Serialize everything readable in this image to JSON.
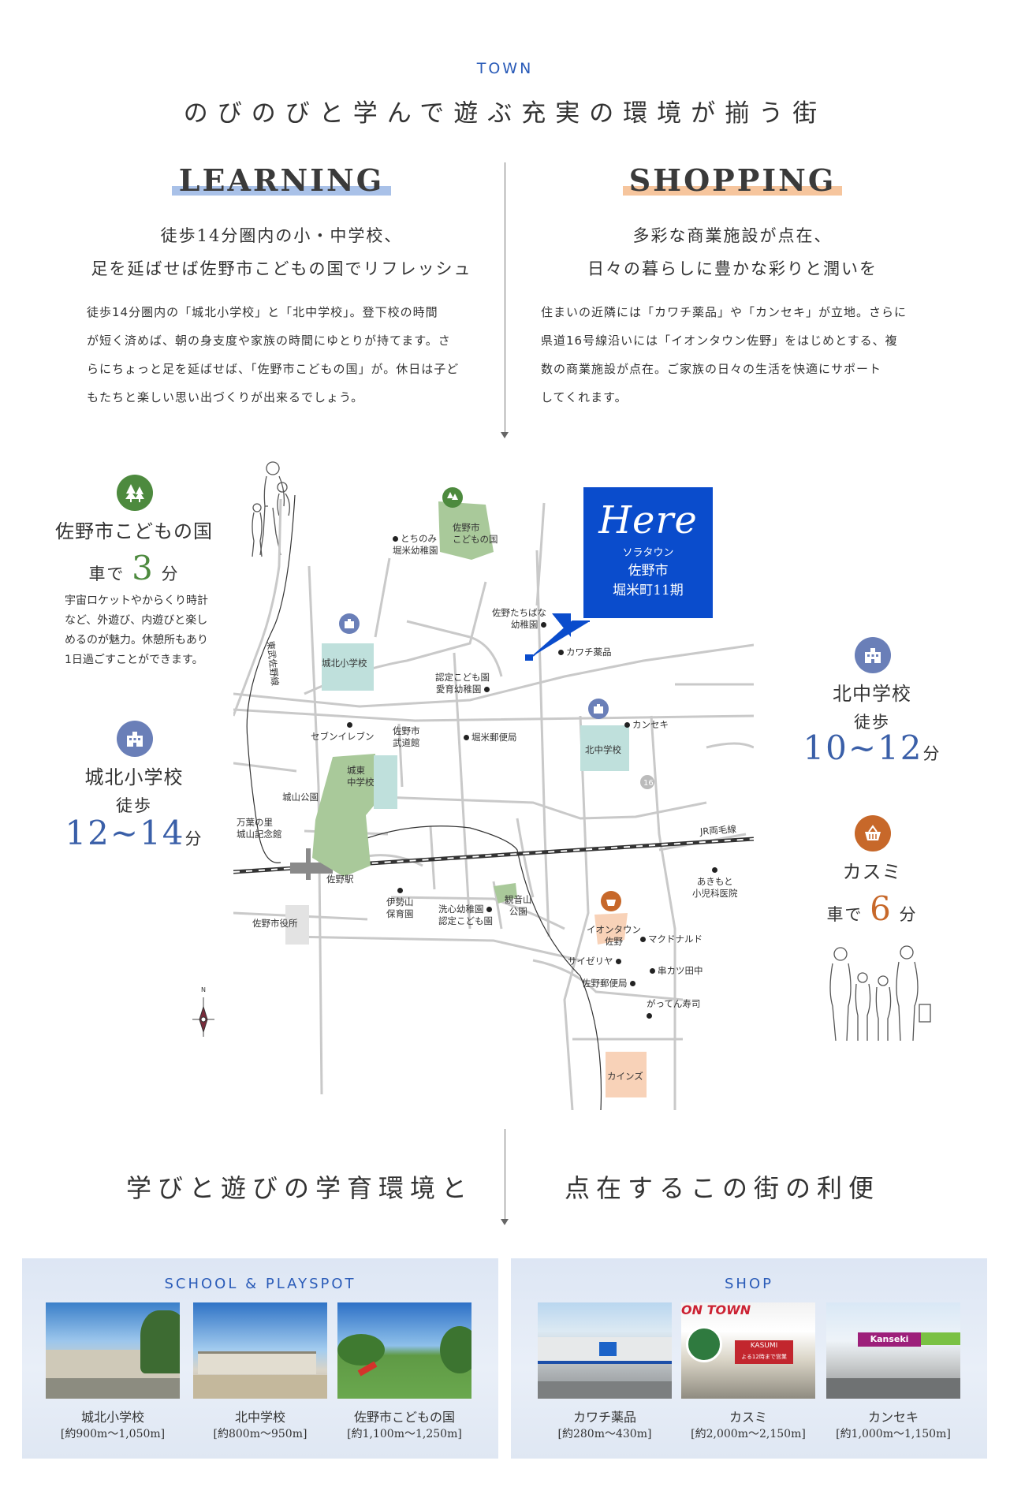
{
  "header": {
    "label": "TOWN",
    "title": "のびのびと学んで遊ぶ充実の環境が揃う街"
  },
  "learning": {
    "title": "LEARNING",
    "lead": [
      "徒歩14分圏内の小・中学校、",
      "足を延ばせば佐野市こどもの国でリフレッシュ"
    ],
    "body": [
      "徒歩14分圏内の「城北小学校」と「北中学校」。登下校の時間",
      "が短く済めば、朝の身支度や家族の時間にゆとりが持てます。さ",
      "らにちょっと足を延ばせば、「佐野市こどもの国」が。休日は子ど",
      "もたちと楽しい思い出づくりが出来るでしょう。"
    ],
    "accent": "#a9c1e8"
  },
  "shopping": {
    "title": "SHOPPING",
    "lead": [
      "多彩な商業施設が点在、",
      "日々の暮らしに豊かな彩りと潤いを"
    ],
    "body": [
      "住まいの近隣には「カワチ薬品」や「カンセキ」が立地。さらに",
      "県道16号線沿いには「イオンタウン佐野」をはじめとする、複",
      "数の商業施設が点在。ご家族の日々の生活を快適にサポート",
      "してくれます。"
    ],
    "accent": "#f6c59d"
  },
  "left_spots": {
    "kodomo": {
      "name": "佐野市こどもの国",
      "pre": "車で",
      "num": "3",
      "unit": "分",
      "desc": [
        "宇宙ロケットやからくり時計",
        "など、外遊び、内遊びと楽し",
        "めるのが魅力。休憩所もあり",
        "1日過ごすことができます。"
      ]
    },
    "johoku": {
      "name": "城北小学校",
      "pre": "徒歩",
      "range": "12~14",
      "unit": "分"
    }
  },
  "right_spots": {
    "kitachu": {
      "name": "北中学校",
      "pre": "徒歩",
      "range": "10~12",
      "unit": "分"
    },
    "kasumi": {
      "name": "カスミ",
      "pre": "車で",
      "num": "6",
      "unit": "分"
    }
  },
  "map": {
    "here": {
      "title": "Here",
      "lines": [
        "ソラタウン",
        "佐野市",
        "堀米町11期"
      ]
    },
    "labels": {
      "tochinomi": [
        "とちのみ",
        "堀米幼稚園"
      ],
      "kodomo_park": [
        "佐野市",
        "こどもの国"
      ],
      "tachibana": [
        "佐野たちばな",
        "幼稚園"
      ],
      "kawachi": "カワチ薬品",
      "tobu_line": "東武佐野線",
      "johoku_school": "城北小学校",
      "nintei_aiiku": [
        "認定こども園",
        "愛育幼稚園"
      ],
      "seven": "セブンイレブン",
      "budokan": [
        "佐野市",
        "武道館"
      ],
      "horigome_post": "堀米郵便局",
      "kitachu_school": "北中学校",
      "kanseki": "カンセキ",
      "joto": [
        "城東",
        "中学校"
      ],
      "shiroyama": "城山公園",
      "manyo": [
        "万葉の里",
        "城山記念館"
      ],
      "route16": "16",
      "jr_line": "JR両毛線",
      "sano_station": "佐野駅",
      "akimoto": [
        "あきもと",
        "小児科医院"
      ],
      "isesan": [
        "伊勢山",
        "保育園"
      ],
      "kannon": [
        "観音山",
        "公園"
      ],
      "senshin": [
        "洗心幼稚園",
        "認定こども園"
      ],
      "city_hall": "佐野市役所",
      "aeon": [
        "イオンタウン",
        "佐野"
      ],
      "mcd": "マクドナルド",
      "saizeriya": "サイゼリヤ",
      "kushikatsu": "串カツ田中",
      "sano_post": "佐野郵便局",
      "gatten": "がってん寿司",
      "cainz": "カインズ",
      "compass_n": "N"
    },
    "colors": {
      "here_blue": "#0a4ccc",
      "green_area": "#a9c99a",
      "school_area": "#bfe0dc",
      "shop_area": "#f8d2b8",
      "pin_blue": "#6a7fb8",
      "pin_green": "#4d8a3e",
      "pin_orange": "#c7682a"
    }
  },
  "bottom": {
    "left": "学びと遊びの学育環境と",
    "right": "点在するこの街の利便"
  },
  "school_panel": {
    "title": "SCHOOL & PLAYSPOT",
    "items": [
      {
        "name": "城北小学校",
        "dist": "[約900m～1,050m]"
      },
      {
        "name": "北中学校",
        "dist": "[約800m～950m]"
      },
      {
        "name": "佐野市こどもの国",
        "dist": "[約1,100m～1,250m]"
      }
    ]
  },
  "shop_panel": {
    "title": "SHOP",
    "items": [
      {
        "name": "カワチ薬品",
        "dist": "[約280m～430m]"
      },
      {
        "name": "カスミ",
        "dist": "[約2,000m～2,150m]"
      },
      {
        "name": "カンセキ",
        "dist": "[約1,000m～1,150m]"
      }
    ],
    "photo_text": {
      "aeon_sign": "ON TOWN",
      "kasumi_sign": "KASUMI",
      "kasumi_hours": "よる12時まで営業",
      "kanseki_sign": "Kanseki"
    }
  },
  "icons": [
    "tree-icon",
    "school-icon",
    "basket-icon",
    "compass-icon"
  ]
}
